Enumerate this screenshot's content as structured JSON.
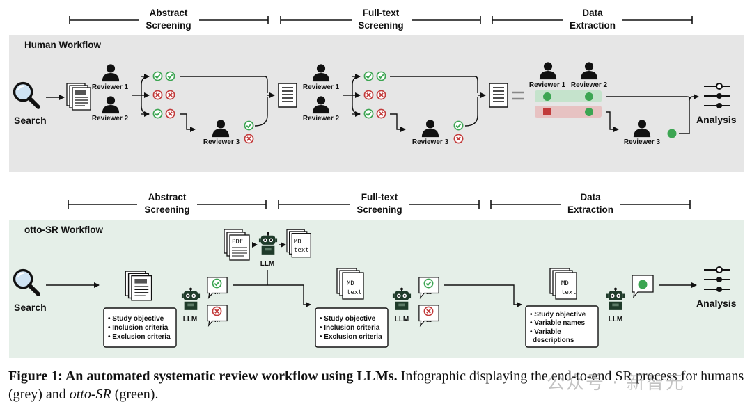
{
  "stages": {
    "abstract": [
      "Abstract",
      "Screening"
    ],
    "fulltext": [
      "Full-text",
      "Screening"
    ],
    "extraction": [
      "Data",
      "Extraction"
    ]
  },
  "human": {
    "title": "Human Workflow",
    "search": "Search",
    "reviewer1": "Reviewer 1",
    "reviewer2": "Reviewer 2",
    "reviewer3": "Reviewer 3",
    "analysis": "Analysis"
  },
  "otto": {
    "title": "otto-SR Workflow",
    "search": "Search",
    "llm": "LLM",
    "analysis": "Analysis",
    "pdf": "PDF",
    "md_lines": [
      "MD",
      "text"
    ],
    "abstract_box": [
      "Study objective",
      "Inclusion criteria",
      "Exclusion criteria"
    ],
    "fulltext_box": [
      "Study objective",
      "Inclusion criteria",
      "Exclusion criteria"
    ],
    "extraction_box": [
      "Study objective",
      "Variable names",
      "Variable",
      "descriptions"
    ],
    "bubble_ellipsis": "..."
  },
  "caption": {
    "bold": "Figure 1: An automated systematic review workflow using LLMs.",
    "rest1": " Infographic displaying the end-to-end SR process for humans (grey) and ",
    "italic": "otto-SR",
    "rest2": " (green)."
  },
  "watermark": "公众号 · 新智元",
  "colors": {
    "human_bg": "#e6e6e6",
    "otto_bg": "#e5efe8",
    "accept": "#3ca552",
    "reject": "#c23b3b"
  }
}
